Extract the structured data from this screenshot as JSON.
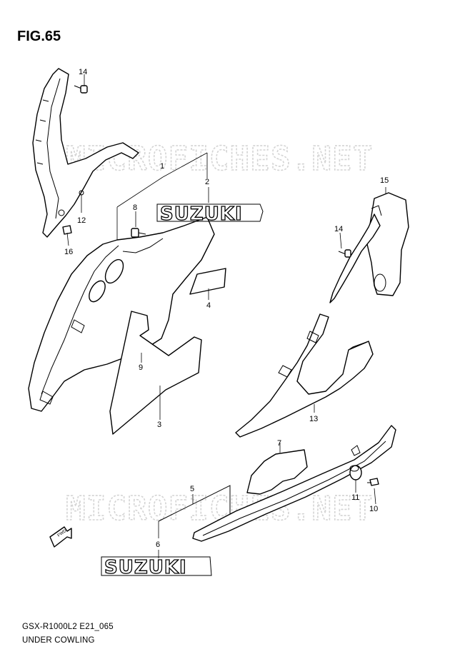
{
  "figure": {
    "title": "FIG.65"
  },
  "footer": {
    "model_code": "GSX-R1000L2 E21_065",
    "section_name": "UNDER COWLING"
  },
  "watermark": {
    "text": "MICROFICHES.NET"
  },
  "decal_logo": {
    "text": "SUZUKI"
  },
  "fwd_arrow": {
    "text": "FWD"
  },
  "callouts": [
    "1",
    "2",
    "3",
    "4",
    "5",
    "6",
    "7",
    "8",
    "9",
    "10",
    "11",
    "12",
    "13",
    "14",
    "14",
    "15",
    "16"
  ]
}
